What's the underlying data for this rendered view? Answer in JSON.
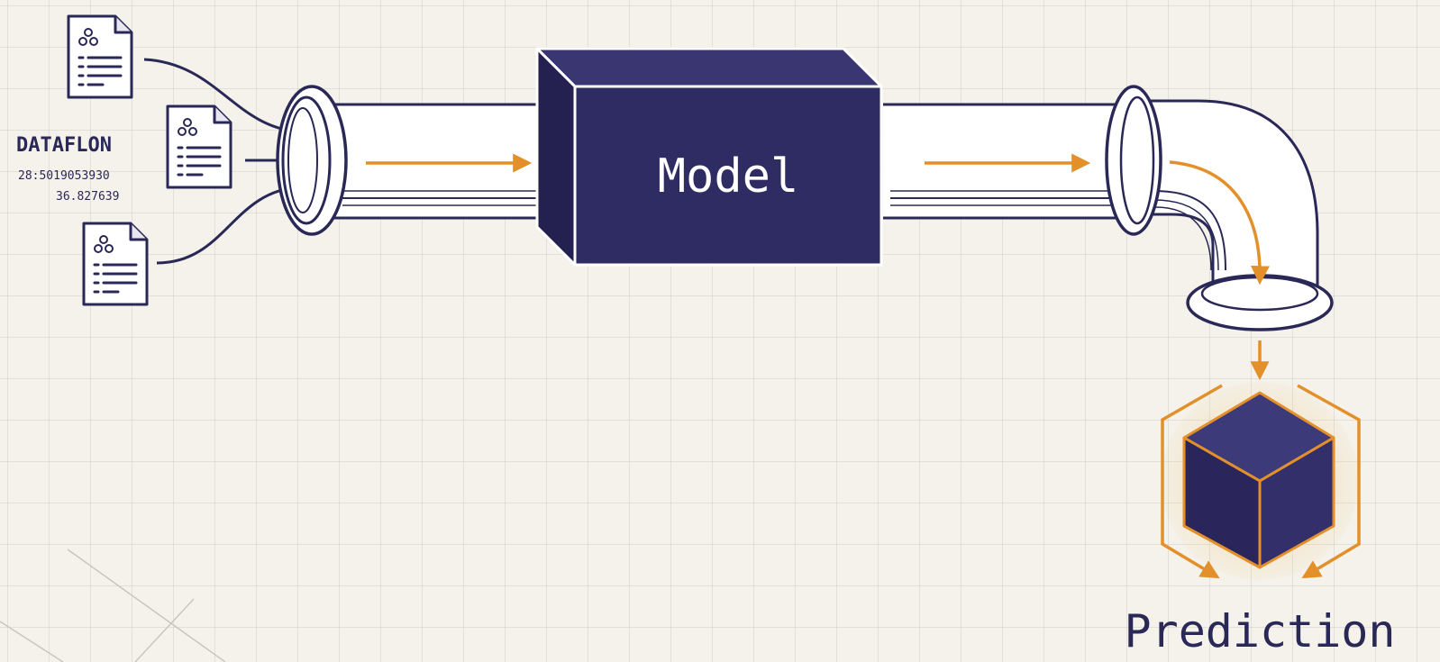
{
  "labels": {
    "dataflow_title": "DATAFLON",
    "dataflow_line1": "28:5019053930",
    "dataflow_line2": "36.827639",
    "model": "Model",
    "prediction": "Prediction"
  },
  "colors": {
    "background": "#f4f2ea",
    "ink": "#2a2856",
    "model_fill": "#2f2b63",
    "model_top": "#3a3672",
    "accent_orange": "#e3902b",
    "grid": "#d8d6cc"
  },
  "icons": {
    "documents": [
      "document-icon",
      "document-icon",
      "document-icon"
    ],
    "prediction": "cube-icon"
  }
}
